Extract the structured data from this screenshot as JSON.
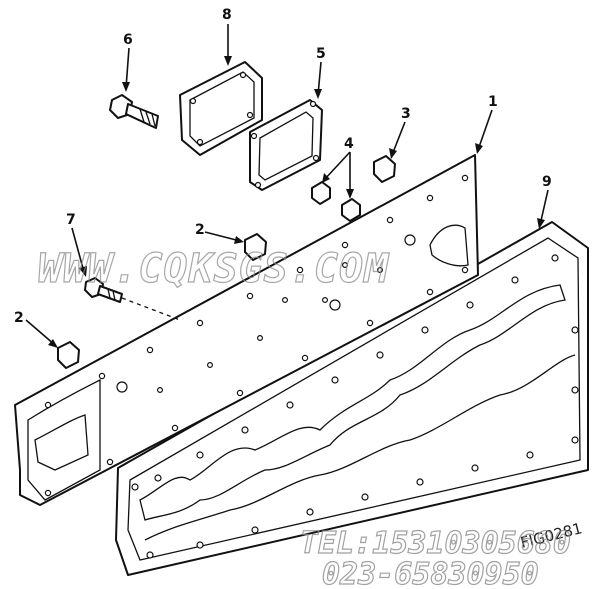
{
  "callouts": [
    {
      "label": "8"
    },
    {
      "label": "6"
    },
    {
      "label": "5"
    },
    {
      "label": "4"
    },
    {
      "label": "3"
    },
    {
      "label": "1"
    },
    {
      "label": "7"
    },
    {
      "label": "2"
    },
    {
      "label": "2"
    },
    {
      "label": "9"
    }
  ],
  "watermark": {
    "site": "WWW.CQKSGS.COM",
    "tel": "TEL:15310305680",
    "phone": "023-65830950"
  },
  "figure_code": "FIG0281"
}
